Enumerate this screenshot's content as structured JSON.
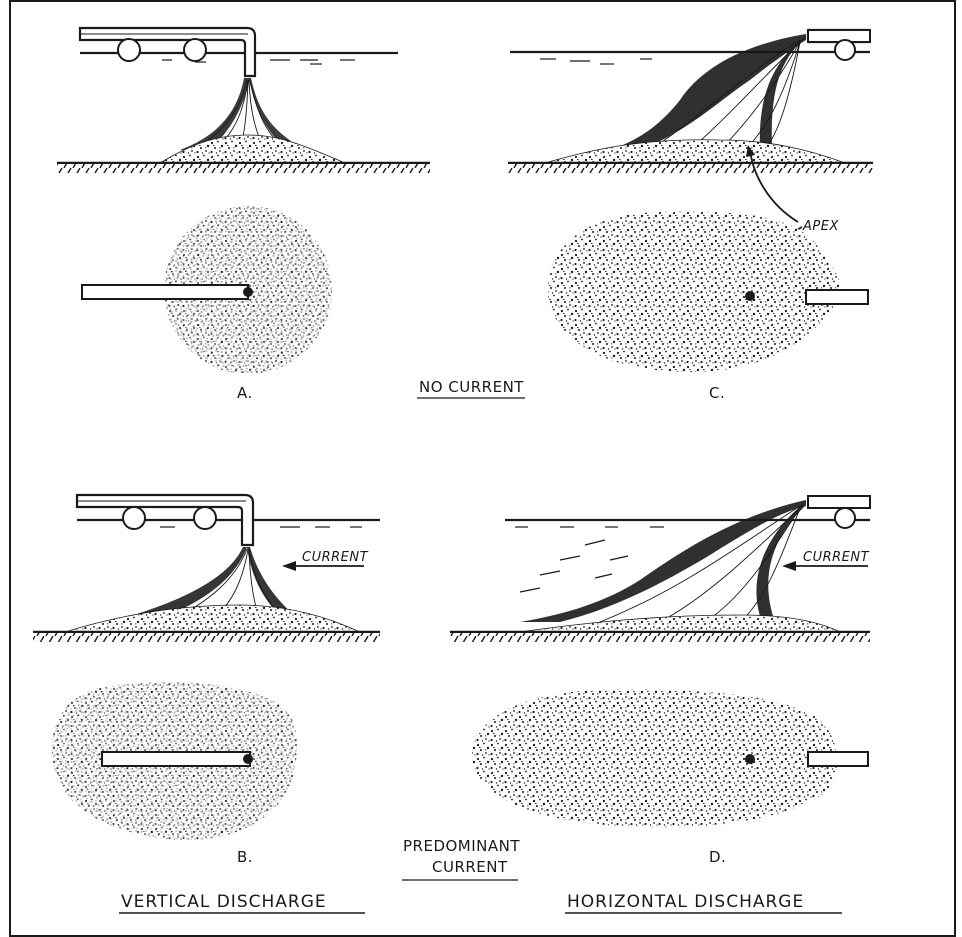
{
  "labels": {
    "panel_a": "A.",
    "panel_b": "B.",
    "panel_c": "C.",
    "panel_d": "D.",
    "no_current": "NO CURRENT",
    "predominant_current_1": "PREDOMINANT",
    "predominant_current_2": "CURRENT",
    "vertical_discharge": "VERTICAL DISCHARGE",
    "horizontal_discharge": "HORIZONTAL DISCHARGE",
    "apex": "APEX",
    "current_b": "CURRENT",
    "current_d": "CURRENT"
  },
  "colors": {
    "ink": "#1a1a1a",
    "paper": "#ffffff"
  }
}
